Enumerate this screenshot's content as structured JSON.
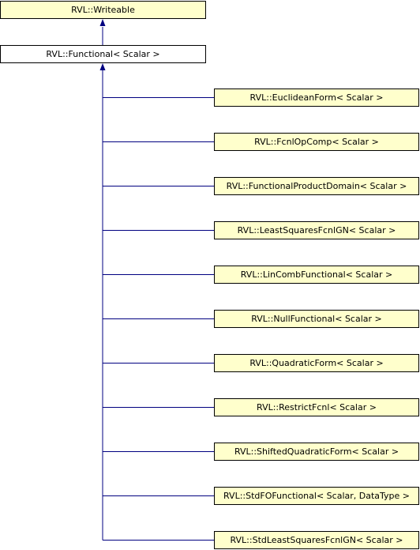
{
  "colors": {
    "edge": "#000080",
    "node_fill": "#ffffcc",
    "focus_fill": "#ffffff",
    "border": "#000000"
  },
  "base": "RVL::Writeable",
  "focus": "RVL::Functional< Scalar >",
  "derived": [
    "RVL::EuclideanForm< Scalar >",
    "RVL::FcnlOpComp< Scalar >",
    "RVL::FunctionalProductDomain< Scalar >",
    "RVL::LeastSquaresFcnlGN< Scalar >",
    "RVL::LinCombFunctional< Scalar >",
    "RVL::NullFunctional< Scalar >",
    "RVL::QuadraticForm< Scalar >",
    "RVL::RestrictFcnl< Scalar >",
    "RVL::ShiftedQuadraticForm< Scalar >",
    "RVL::StdFOFunctional< Scalar, DataType >",
    "RVL::StdLeastSquaresFcnlGN< Scalar >"
  ]
}
